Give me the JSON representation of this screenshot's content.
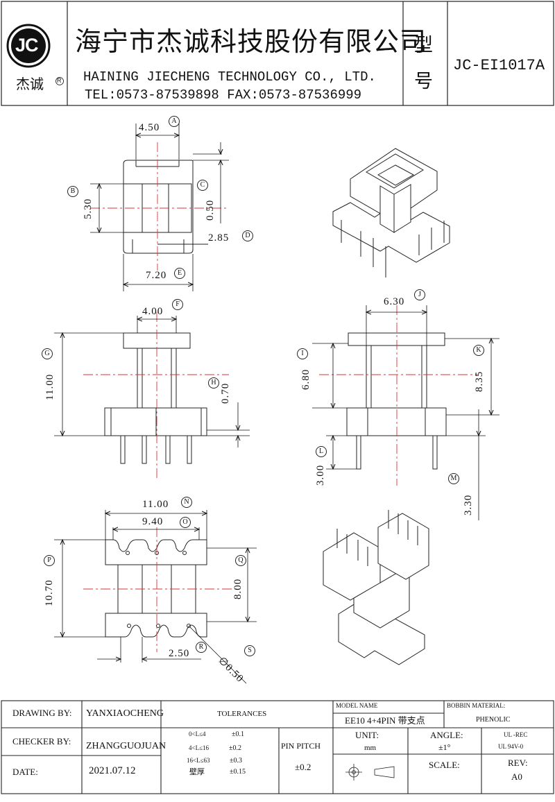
{
  "header": {
    "logo_letters": "JC",
    "logo_cn": "杰诚",
    "logo_reg": "R",
    "company_cn": "海宁市杰诚科技股份有限公司",
    "company_en": "HAINING JIECHENG TECHNOLOGY CO., LTD.",
    "contact": "TEL:0573-87539898   FAX:0573-87536999",
    "type_label_1": "型",
    "type_label_2": "号",
    "model_no": "JC-EI1017A"
  },
  "dimensions": {
    "A": {
      "tag": "A",
      "value": "4.50"
    },
    "B": {
      "tag": "B",
      "value": "5.30"
    },
    "C": {
      "tag": "C",
      "value": "0.50"
    },
    "D": {
      "tag": "D",
      "value": "2.85"
    },
    "E": {
      "tag": "E",
      "value": "7.20"
    },
    "F": {
      "tag": "F",
      "value": "4.00"
    },
    "G": {
      "tag": "G",
      "value": "11.00"
    },
    "H": {
      "tag": "H",
      "value": "0.70"
    },
    "I": {
      "tag": "I",
      "value": "6.80"
    },
    "J": {
      "tag": "J",
      "value": "6.30"
    },
    "K": {
      "tag": "K",
      "value": "8.35"
    },
    "L": {
      "tag": "L",
      "value": "3.00"
    },
    "M": {
      "tag": "M",
      "value": "3.30"
    },
    "N": {
      "tag": "N",
      "value": "11.00"
    },
    "O": {
      "tag": "O",
      "value": "9.40"
    },
    "P": {
      "tag": "P",
      "value": "10.70"
    },
    "Q": {
      "tag": "Q",
      "value": "8.00"
    },
    "R": {
      "tag": "R",
      "value": "2.50"
    },
    "S": {
      "tag": "S",
      "value": "0.50",
      "prefix": "∅"
    }
  },
  "title_block": {
    "drawing_by_label": "DRAWING  BY:",
    "drawing_by": "YANXIAOCHENG",
    "checker_by_label": "CHECKER  BY:",
    "checker_by": "ZHANGGUOJUAN",
    "date_label": "DATE:",
    "date": "2021.07.12",
    "tolerances_label": "TOLERANCES",
    "tol_rows": [
      {
        "range": "0<L≤4",
        "tol": "±0.1"
      },
      {
        "range": "4<L≤16",
        "tol": "±0.2"
      },
      {
        "range": "16<L≤63",
        "tol": "±0.3"
      },
      {
        "range": "壁厚",
        "tol": "±0.15"
      }
    ],
    "pin_pitch_label": "PIN PITCH",
    "pin_pitch_tol": "±0.2",
    "model_name_label": "MODEL NAME",
    "model_name": "EE10 4+4PIN 带支点",
    "bobbin_material_label": "BOBBIN MATERIAL:",
    "bobbin_material": "PHENOLIC",
    "unit_label": "UNIT:",
    "unit": "mm",
    "angle_label": "ANGLE:",
    "angle": "±1°",
    "ul_rec": "UL -REC",
    "ul_94": "UL  94V-0",
    "scale_label": "SCALE:",
    "rev_label": "REV:",
    "rev": "A0"
  }
}
